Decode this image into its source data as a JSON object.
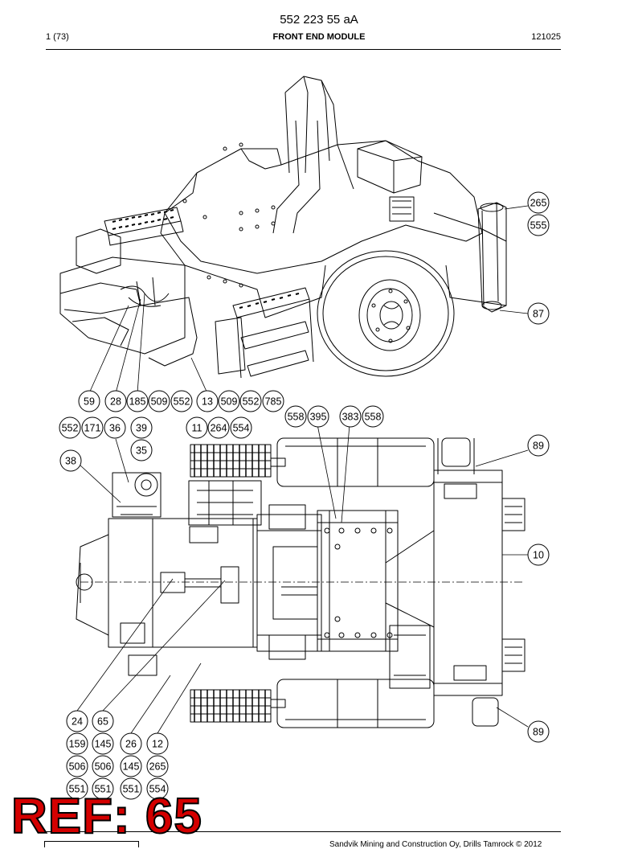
{
  "header": {
    "doc_number": "552 223 55 aA",
    "page": "1 (73)",
    "title": "FRONT END MODULE",
    "date_code": "121025"
  },
  "callouts": {
    "c265a": "265",
    "c555a": "555",
    "c87": "87",
    "r1": [
      "59",
      "28",
      "185",
      "509",
      "552",
      "13",
      "509",
      "552",
      "785"
    ],
    "c558a": "558",
    "c395": "395",
    "c383": "383",
    "c558b": "558",
    "c552": "552",
    "c171": "171",
    "c36": "36",
    "c39": "39",
    "c35": "35",
    "c11": "11",
    "c264": "264",
    "c554a": "554",
    "c38": "38",
    "c89a": "89",
    "c10": "10",
    "c89b": "89",
    "c24": "24",
    "c65": "65",
    "c159": "159",
    "c145a": "145",
    "c26": "26",
    "c12": "12",
    "c506a": "506",
    "c506b": "506",
    "c145b": "145",
    "c265b": "265",
    "c551a": "551",
    "c551b": "551",
    "c551c": "551",
    "c554b": "554"
  },
  "stamp": "REF: 65",
  "footer": "Sandvik Mining and Construction Oy, Drills Tamrock © 2012",
  "colors": {
    "stamp": "#d40000",
    "line": "#000000"
  }
}
